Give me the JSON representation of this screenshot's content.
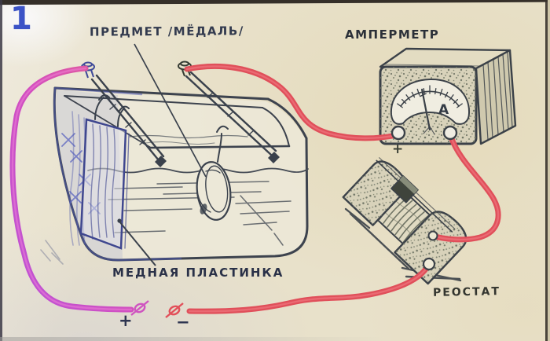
{
  "figure": {
    "number": "1",
    "labels": {
      "object": "ПРЕДМЕТ /МЁДАЛЬ/",
      "ammeter": "АМПЕРМЕТР",
      "copper_plate": "МЕДНАЯ ПЛАСТИНКА",
      "rheostat": "РЕОСТАТ"
    },
    "ammeter": {
      "dial_letter": "А",
      "terminal_plus": "+"
    },
    "power_leads": {
      "plus": "+",
      "minus": "−"
    },
    "colors": {
      "paper": "#e8e1ca",
      "ink": "#3d434e",
      "blue_ink": "#4d57ae",
      "wire_red": "#e04f5a",
      "wire_magenta_top": "#e65f8e",
      "wire_magenta_mid": "#d44fbe",
      "wire_magenta_bottom": "#bb52d8",
      "figure_number": "#3c53c6"
    }
  }
}
